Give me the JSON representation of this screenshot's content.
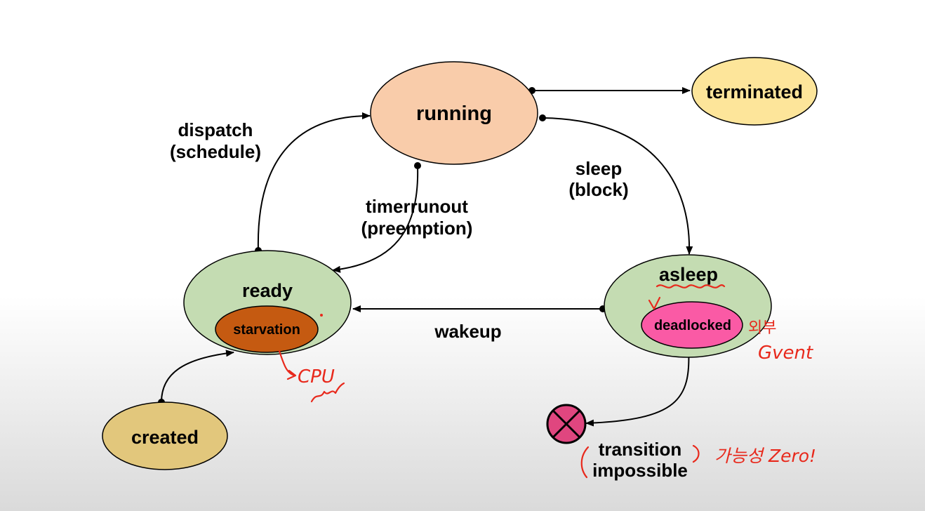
{
  "states": {
    "running": "running",
    "terminated": "terminated",
    "ready": "ready",
    "starvation": "starvation",
    "asleep": "asleep",
    "deadlocked": "deadlocked",
    "created": "created"
  },
  "transitions": {
    "dispatch_line1": "dispatch",
    "dispatch_line2": "(schedule)",
    "timer_line1": "timerrunout",
    "timer_line2": "(preemption)",
    "sleep_line1": "sleep",
    "sleep_line2": "(block)",
    "wakeup": "wakeup",
    "impossible_line1": "transition",
    "impossible_line2": "impossible"
  },
  "annotations": {
    "cpu_note": "CPU",
    "event_note_korean": "외부",
    "event_note": "Gvent",
    "zero_note": "가능성 Zero!"
  },
  "colors": {
    "running": "#f9ccaa",
    "terminated": "#fde59a",
    "state_green": "#c4dcb2",
    "starvation": "#c55a11",
    "deadlocked": "#fa5aa5",
    "created": "#e2c77c",
    "annotation": "#e8291c"
  }
}
